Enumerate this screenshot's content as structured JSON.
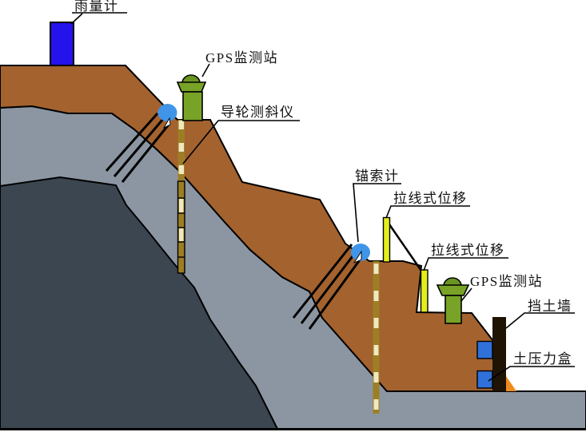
{
  "labels": {
    "rain_gauge": "雨量计",
    "gps_station_1": "GPS监测站",
    "inclinometer": "导轮测斜仪",
    "anchor_gauge": "锚索计",
    "pull_wire_1": "拉线式位移",
    "pull_wire_2": "拉线式位移",
    "gps_station_2": "GPS监测站",
    "retaining_wall": "挡土墙",
    "earth_pressure_box": "土压力盒"
  },
  "colors": {
    "soil": "#a4622e",
    "rock_upper": "#8c96a2",
    "rock_deep": "#3c4651",
    "rain_gauge": "#2513ec",
    "anchor_head": "#4095e8",
    "gps_body": "#78a327",
    "gps_dome": "#6a9522",
    "tube_olive": "#9d7e24",
    "tube_dash": "#efe8c0",
    "displacement_post": "#e3ee1a",
    "wall": "#1f1404",
    "pressure_box": "#2f71d8",
    "wall_footing": "#ee8c1e",
    "outline": "#000000"
  }
}
